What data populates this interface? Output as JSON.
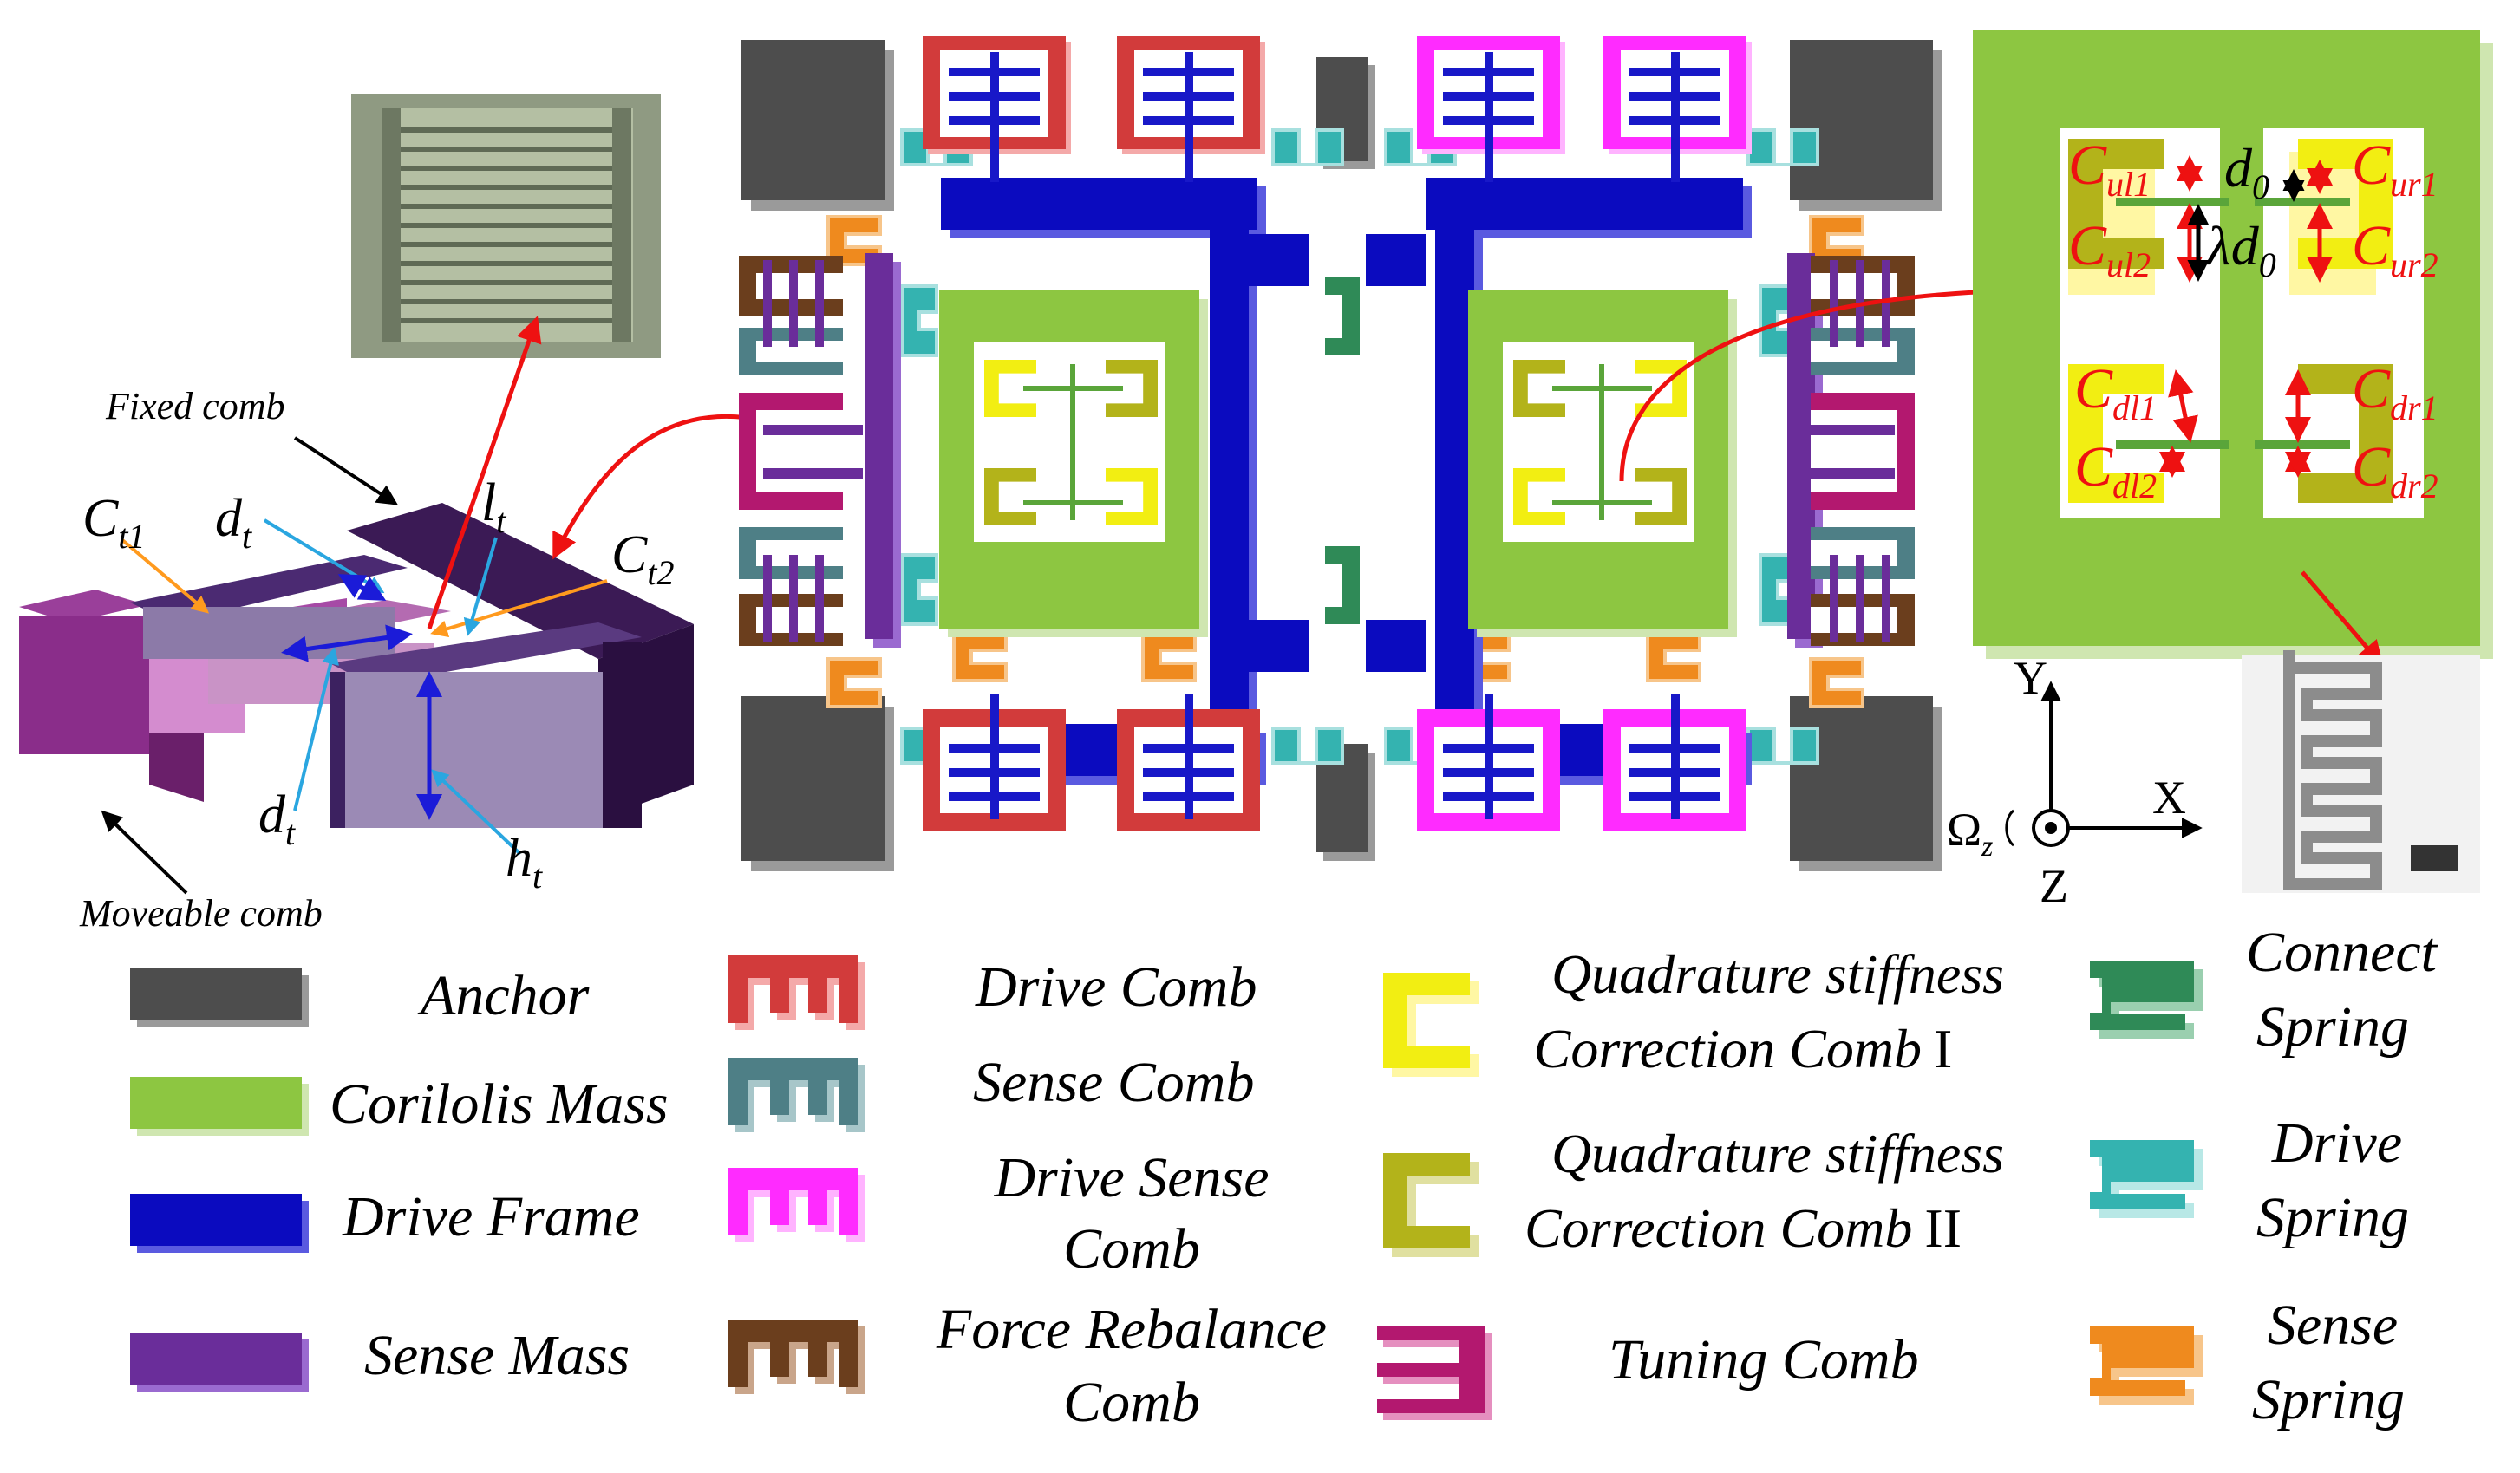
{
  "left_inset": {
    "fixed_comb": "Fixed comb",
    "moveable_comb": "Moveable comb",
    "ct1": {
      "main": "C",
      "sub": "t1"
    },
    "ct2": {
      "main": "C",
      "sub": "t2"
    },
    "dt_top": {
      "main": "d",
      "sub": "t"
    },
    "dt_bottom": {
      "main": "d",
      "sub": "t"
    },
    "lt": {
      "main": "l",
      "sub": "t"
    },
    "ht": {
      "main": "h",
      "sub": "t"
    }
  },
  "right_inset": {
    "cul1": {
      "main": "C",
      "sub": "ul1"
    },
    "cul2": {
      "main": "C",
      "sub": "ul2"
    },
    "cur1": {
      "main": "C",
      "sub": "ur1"
    },
    "cur2": {
      "main": "C",
      "sub": "ur2"
    },
    "cdl1": {
      "main": "C",
      "sub": "dl1"
    },
    "cdl2": {
      "main": "C",
      "sub": "dl2"
    },
    "cdr1": {
      "main": "C",
      "sub": "dr1"
    },
    "cdr2": {
      "main": "C",
      "sub": "dr2"
    },
    "d0": {
      "main": "d",
      "sub": "0"
    },
    "lambda_d0": {
      "pre": "λ",
      "main": "d",
      "sub": "0"
    }
  },
  "axes": {
    "y": "Y",
    "x": "X",
    "z": "Z",
    "omega": {
      "main": "Ω",
      "sub": "z"
    }
  },
  "legend": {
    "anchor": "Anchor",
    "coriolis_mass": "Corilolis Mass",
    "drive_frame": "Drive Frame",
    "sense_mass": "Sense Mass",
    "drive_comb": "Drive Comb",
    "sense_comb": "Sense Comb",
    "drive_sense_comb": [
      "Drive Sense",
      "Comb"
    ],
    "force_rebalance_comb": [
      "Force Rebalance",
      "Comb"
    ],
    "qsc_comb_1": [
      "Quadrature stiffness",
      "Correction Comb",
      "I"
    ],
    "qsc_comb_2": [
      "Quadrature stiffness",
      "Correction Comb",
      "II"
    ],
    "tuning_comb": "Tuning Comb",
    "connect_spring": [
      "Connect",
      "Spring"
    ],
    "drive_spring": [
      "Drive",
      "Spring"
    ],
    "sense_spring": [
      "Sense",
      "Spring"
    ]
  },
  "colors": {
    "anchor": "#4d4d4d",
    "coriolis_mass": "#8dc641",
    "drive_frame": "#0b0bbf",
    "sense_mass": "#6a2d9a",
    "drive_comb": "#d23b3b",
    "sense_comb": "#4e7f86",
    "drive_sense_comb": "#ff2bff",
    "force_rebalance_comb": "#6b3e1d",
    "qsc_1": "#f2ee12",
    "qsc_2": "#b3b31a",
    "tuning_comb": "#b3186f",
    "connect_spring": "#2f8a57",
    "drive_spring": "#34b3b0",
    "sense_spring": "#ef8a1e",
    "arrow_red": "#ee1111",
    "arrow_blue": "#1b1bd8",
    "arrow_orange": "#ff9a1e",
    "arrow_lightblue": "#2aa6e0"
  }
}
